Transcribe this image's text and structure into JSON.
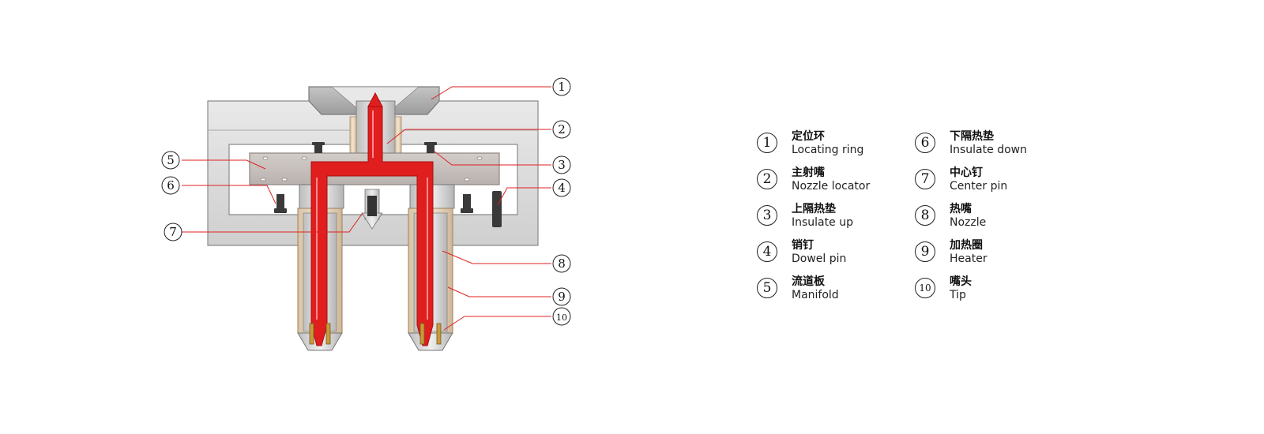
{
  "colors": {
    "plate": "#dcdcdc",
    "plate_edge": "#8a8a8a",
    "manifold": "#c9c3c0",
    "flow": "#e01e1e",
    "heater": "#e6d3b8",
    "leader": "#e02020",
    "pin": "#3a3a3a"
  },
  "callouts": [
    {
      "id": "1",
      "label": "1"
    },
    {
      "id": "2",
      "label": "2"
    },
    {
      "id": "3",
      "label": "3"
    },
    {
      "id": "4",
      "label": "4"
    },
    {
      "id": "5",
      "label": "5"
    },
    {
      "id": "6",
      "label": "6"
    },
    {
      "id": "7",
      "label": "7"
    },
    {
      "id": "8",
      "label": "8"
    },
    {
      "id": "9",
      "label": "9"
    },
    {
      "id": "10",
      "label": "10"
    }
  ],
  "legend": [
    {
      "num": "1",
      "zh": "定位环",
      "en": "Locating ring"
    },
    {
      "num": "2",
      "zh": "主射嘴",
      "en": "Nozzle locator"
    },
    {
      "num": "3",
      "zh": "上隔热垫",
      "en": "Insulate up"
    },
    {
      "num": "4",
      "zh": "销钉",
      "en": "Dowel pin"
    },
    {
      "num": "5",
      "zh": "流道板",
      "en": "Manifold"
    },
    {
      "num": "6",
      "zh": "下隔热垫",
      "en": "Insulate down"
    },
    {
      "num": "7",
      "zh": "中心钉",
      "en": "Center pin"
    },
    {
      "num": "8",
      "zh": "热嘴",
      "en": "Nozzle"
    },
    {
      "num": "9",
      "zh": "加热圈",
      "en": "Heater"
    },
    {
      "num": "10",
      "zh": "嘴头",
      "en": "Tip"
    }
  ]
}
